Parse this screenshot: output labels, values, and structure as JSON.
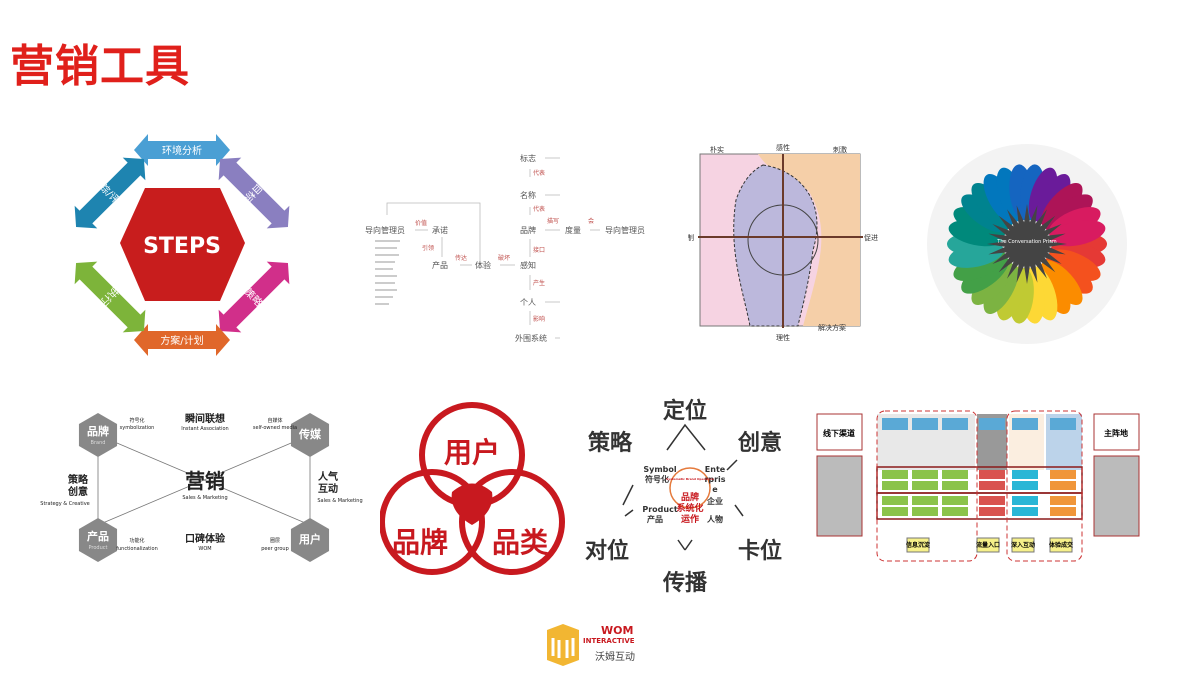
{
  "slide": {
    "title": "营销工具",
    "accent": "#e0201b"
  },
  "steps": {
    "center": "STEPS",
    "arrows": [
      "环境分析",
      "目标",
      "策略",
      "方案/计划",
      "执行",
      "跟踪/评估"
    ],
    "colors": [
      "#4a9fd4",
      "#8a7fc0",
      "#d12f8a",
      "#e0672a",
      "#7db43a",
      "#1e84b0"
    ]
  },
  "flow": {
    "left": "导向管理员",
    "commit": "承诺",
    "product": "产品",
    "experience": "体验",
    "perceive": "感知",
    "brand": "品牌",
    "measure": "度量",
    "right": "导向管理员",
    "logo": "标志",
    "name": "名称",
    "person": "个人",
    "env": "外围系统",
    "edge_labels": [
      "价值",
      "引领",
      "传达",
      "破坏",
      "代表",
      "代表",
      "接口",
      "产生",
      "影响",
      "描写",
      "会"
    ]
  },
  "quadrant": {
    "top": "感性",
    "bottom": "理性",
    "left": "抑制",
    "right": "促进",
    "top_left": "朴实",
    "top_right": "刺激",
    "bottom_right": "解决方案"
  },
  "prism": {
    "center": "The Conversation Prism"
  },
  "marketing": {
    "center": "营销",
    "center_en": "Sales & Marketing",
    "corners": [
      {
        "cn": "品牌",
        "en": "Brand"
      },
      {
        "cn": "传媒",
        "en": ""
      },
      {
        "cn": "产品",
        "en": "Product"
      },
      {
        "cn": "用户",
        "en": ""
      }
    ],
    "top": {
      "cn": "瞬间联想",
      "en": "Instant Association",
      "left_cn": "符号化",
      "left_en": "symbolization",
      "right_cn": "自媒体",
      "right_en": "self-owned media"
    },
    "bottom": {
      "cn": "口碑体验",
      "en": "WOM",
      "left_cn": "功能化",
      "left_en": "functionalization",
      "right_cn": "圈层",
      "right_en": "peer group"
    },
    "left": {
      "cn1": "策略",
      "cn2": "创意",
      "en": "Strategy & Creative"
    },
    "right": {
      "cn1": "人气",
      "cn2": "互动",
      "en": "Sales & Marketing"
    }
  },
  "venn": {
    "top": "用户",
    "left": "品牌",
    "right": "品类",
    "color": "#c8191f"
  },
  "star": {
    "top": "定位",
    "top_left": "策略",
    "top_right": "创意",
    "bottom_left": "对位",
    "bottom_right": "卡位",
    "bottom": "传播",
    "inner": [
      "Symbol",
      "符号化",
      "Ente",
      "rpris",
      "e",
      "企业",
      "Product",
      "产品",
      "人物"
    ],
    "core": [
      "Systematic Brand Operation",
      "品牌",
      "系统化",
      "运作"
    ]
  },
  "process": {
    "left_box": "线下渠道",
    "right_box": "主阵地",
    "steps": [
      "信息沉淀",
      "流量入口",
      "深入互动",
      "体验成交"
    ]
  },
  "logo": {
    "brand": "WOM",
    "sub": "INTERACTIVE",
    "cn": "沃姆互动"
  }
}
